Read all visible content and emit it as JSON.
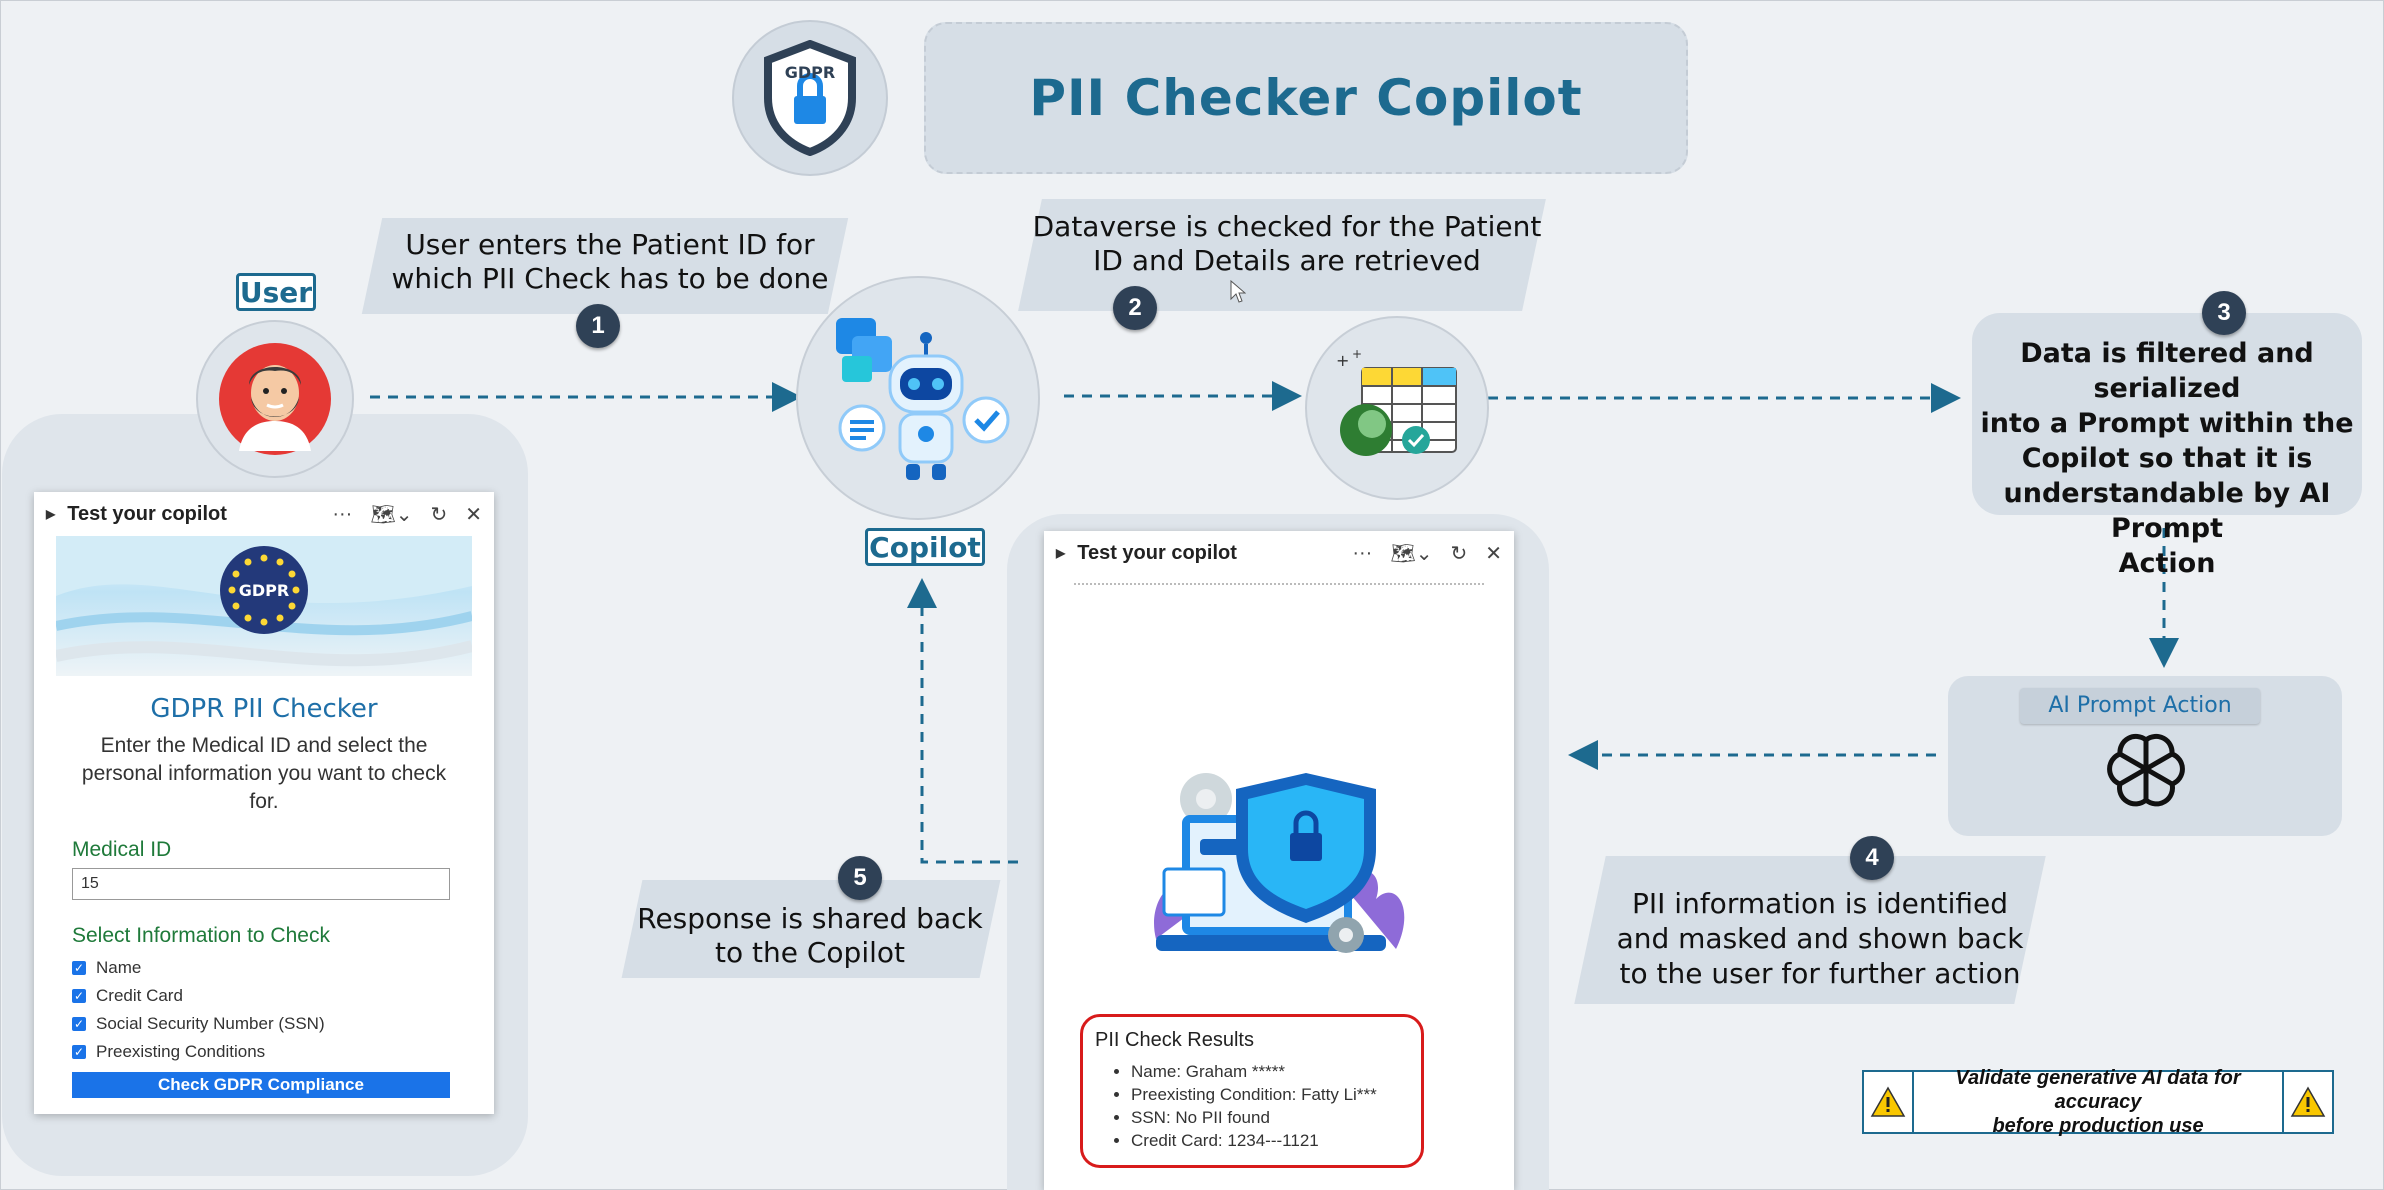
{
  "title": "PII Checker Copilot",
  "gdpr_logo_text": "GDPR",
  "labels": {
    "user": "User",
    "copilot": "Copilot"
  },
  "steps": [
    {
      "number": "1",
      "text_line1": "User enters the Patient ID for",
      "text_line2": "which PII Check has to be done"
    },
    {
      "number": "2",
      "text_line1": "Dataverse is checked for the Patient",
      "text_line2": "ID and Details are retrieved"
    },
    {
      "number": "3",
      "text_line1": "Data is filtered and serialized",
      "text_line2": "into a Prompt within the",
      "text_line3": "Copilot so that it is",
      "text_line4": "understandable by AI Prompt",
      "text_line5": "Action"
    },
    {
      "number": "4",
      "text_line1": "PII information is identified",
      "text_line2": "and masked and shown back",
      "text_line3": "to the user for further action"
    },
    {
      "number": "5",
      "text_line1": "Response is shared back",
      "text_line2": "to the Copilot"
    }
  ],
  "ai_prompt_action": "AI Prompt Action",
  "left_chat": {
    "header": "Test your copilot",
    "emblem_text": "GDPR",
    "heading": "GDPR PII Checker",
    "description_line1": "Enter the Medical ID and select the",
    "description_line2": "personal information you want to check",
    "description_line3": "for.",
    "medical_id_label": "Medical ID",
    "medical_id_value": "15",
    "select_label": "Select Information to Check",
    "options": [
      "Name",
      "Credit Card",
      "Social Security Number (SSN)",
      "Preexisting Conditions"
    ],
    "button": "Check GDPR Compliance"
  },
  "center_chat": {
    "header": "Test your copilot",
    "results_title": "PII Check Results",
    "results": [
      "Name: Graham *****",
      "Preexisting Condition: Fatty Li***",
      "SSN: No PII found",
      "Credit Card: 1234---1121"
    ]
  },
  "warning": {
    "line1": "Validate generative AI data for accuracy",
    "line2": "before production use"
  },
  "colors": {
    "accent": "#1d6a8f",
    "badge": "#2f4156",
    "results_border": "#d81b1b",
    "button": "#1a73e8"
  }
}
